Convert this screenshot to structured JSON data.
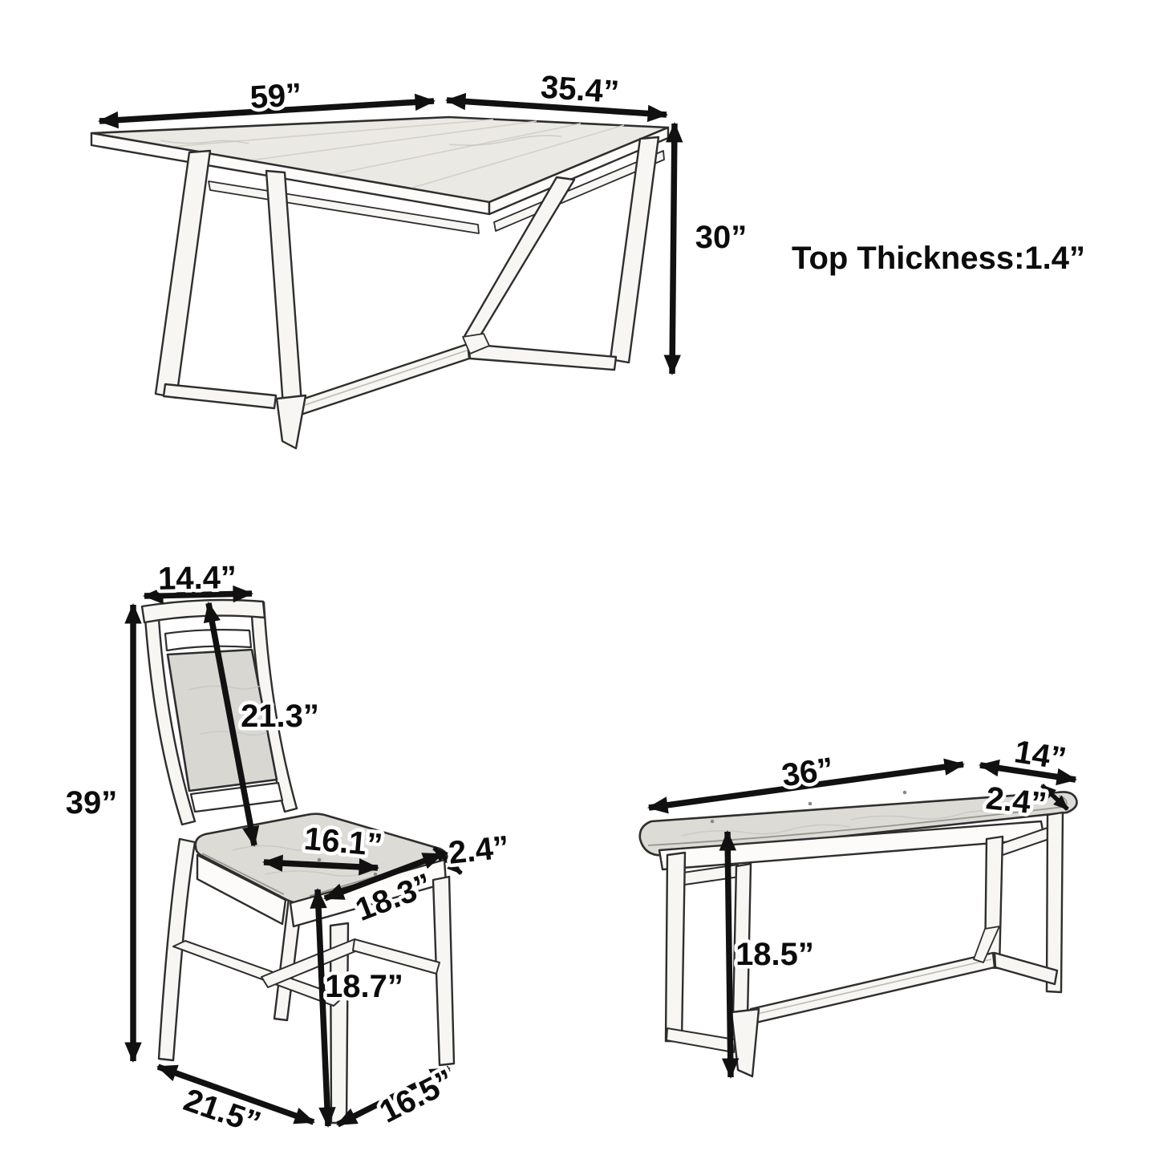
{
  "table": {
    "length": "59”",
    "width": "35.4”",
    "height": "30”",
    "top_thickness_note": "Top Thickness:1.4”"
  },
  "chair": {
    "back_width": "14.4”",
    "backrest_height": "21.3”",
    "overall_height": "39”",
    "seat_front_width": "16.1”",
    "seat_thickness": "2.4”",
    "seat_depth": "18.3”",
    "seat_height": "18.7”",
    "base_width": "21.5”",
    "base_depth": "16.5”"
  },
  "bench": {
    "length": "36”",
    "depth": "14”",
    "cushion_thickness": "2.4”",
    "seat_height": "18.5”"
  },
  "colors": {
    "line": "#2e2e2e",
    "arrow": "#111111",
    "background": "#ffffff"
  }
}
